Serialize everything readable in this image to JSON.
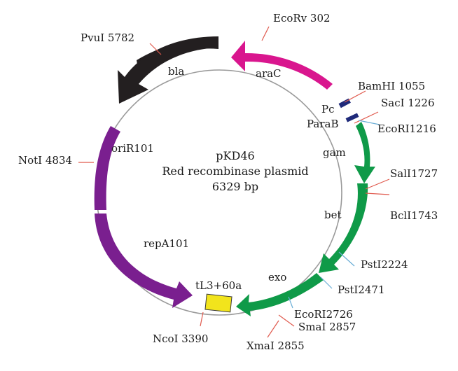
{
  "plasmid": {
    "name": "pKD46",
    "description": "Red recombinase plasmid",
    "size": "6329 bp"
  },
  "colors": {
    "backbone": "#9a9a9a",
    "araC": "#d9168e",
    "bla": "#231f20",
    "lambda_red": "#0f9a48",
    "oriR101": "#7a1f8f",
    "repA101": "#7a1f8f",
    "tL3": "#f2e41c",
    "promoter": "#1f2a7a",
    "site_red": "#e05a4e",
    "site_blue": "#6aaed6"
  },
  "features": {
    "araC": "araC",
    "bla": "bla",
    "gam": "gam",
    "bet": "bet",
    "exo": "exo",
    "oriR101": "oriR101",
    "repA101": "repA101",
    "tL3": "tL3+60a",
    "Pc": "Pc",
    "ParaB": "ParaB"
  },
  "sites": {
    "EcoRv": "EcoRv 302",
    "BamHI": "BamHI 1055",
    "SacI": "SacI 1226",
    "EcoRI_1216": "EcoRI1216",
    "SalI": "SalI1727",
    "BclI": "BclI1743",
    "PstI_2224": "PstI2224",
    "PstI_2471": "PstI2471",
    "EcoRI_2726": "EcoRI2726",
    "SmaI": "SmaI 2857",
    "XmaI": "XmaI 2855",
    "NcoI": "NcoI 3390",
    "NotI": "NotI 4834",
    "PvuI": "PvuI 5782"
  }
}
